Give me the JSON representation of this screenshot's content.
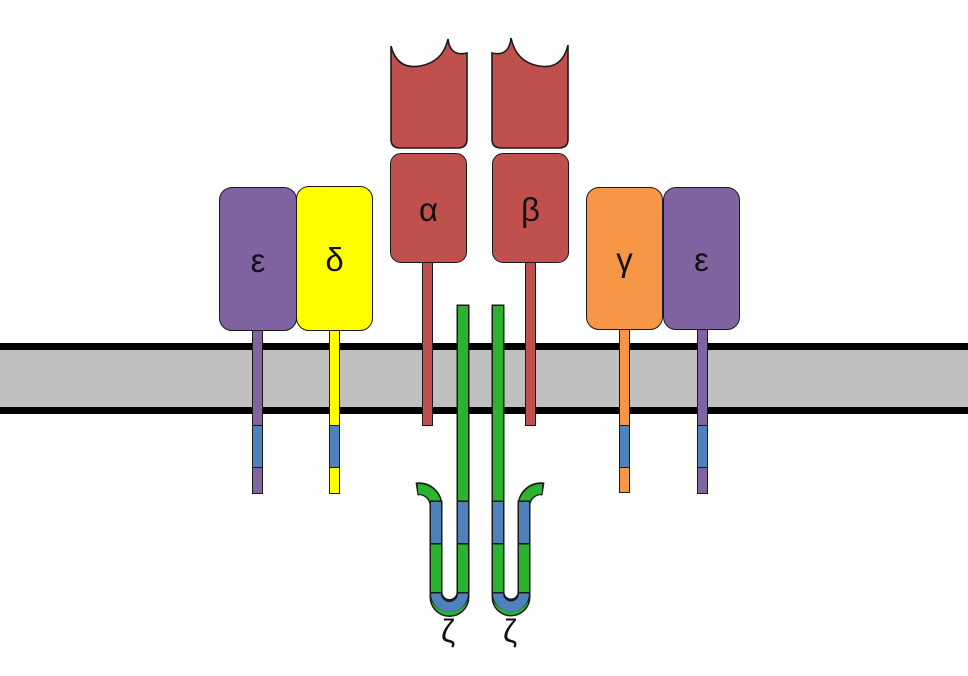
{
  "labels": {
    "alpha": "α",
    "beta": "β",
    "gamma": "γ",
    "delta": "δ",
    "epsilon_left": "ε",
    "epsilon_right": "ε",
    "zeta_left": "ζ",
    "zeta_right": "ζ"
  },
  "colors": {
    "alpha_beta": "#C0504D",
    "epsilon": "#8064A2",
    "delta": "#FFFF00",
    "gamma": "#F79646",
    "zeta": "#29B32F",
    "itam": "#4F81BD",
    "membrane": "#C0C0C0",
    "outline": "#1A1A1A",
    "background": "#FFFFFF"
  }
}
